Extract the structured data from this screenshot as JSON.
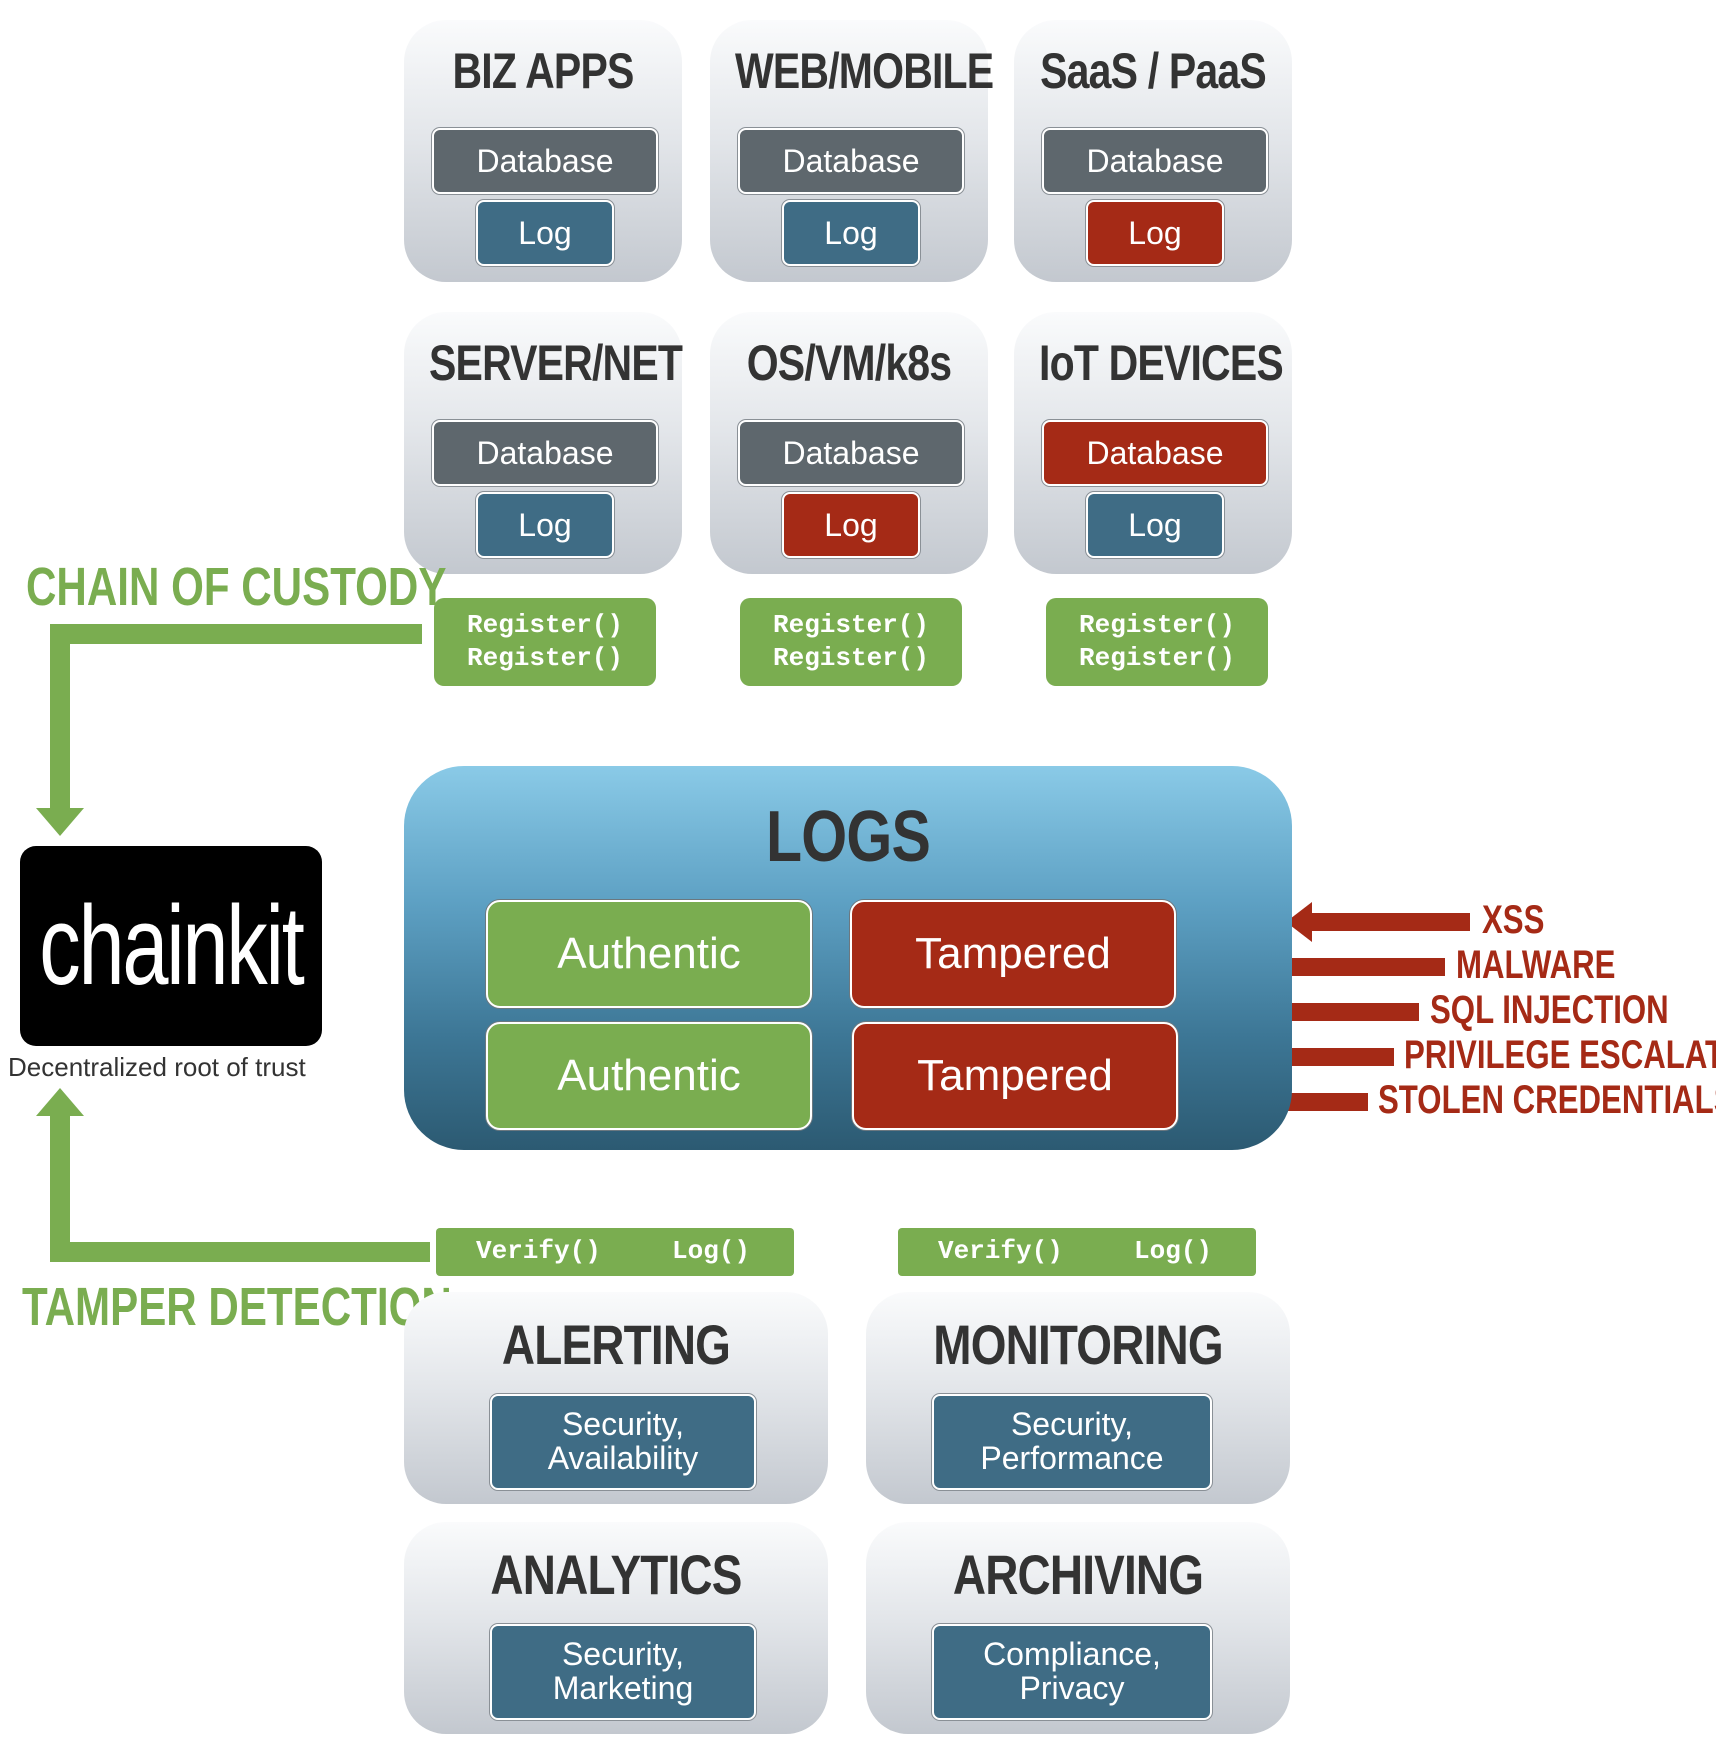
{
  "sources": [
    {
      "title": "BIZ APPS",
      "database": "Database",
      "log": "Log",
      "db_state": "normal",
      "log_state": "normal"
    },
    {
      "title": "WEB/MOBILE",
      "database": "Database",
      "log": "Log",
      "db_state": "normal",
      "log_state": "normal"
    },
    {
      "title": "SaaS / PaaS",
      "database": "Database",
      "log": "Log",
      "db_state": "normal",
      "log_state": "tampered"
    },
    {
      "title": "SERVER/NET",
      "database": "Database",
      "log": "Log",
      "db_state": "normal",
      "log_state": "normal"
    },
    {
      "title": "OS/VM/k8s",
      "database": "Database",
      "log": "Log",
      "db_state": "normal",
      "log_state": "tampered"
    },
    {
      "title": "IoT DEVICES",
      "database": "Database",
      "log": "Log",
      "db_state": "tampered",
      "log_state": "normal"
    }
  ],
  "register_calls": [
    [
      "Register()",
      "Register()"
    ],
    [
      "Register()",
      "Register()"
    ],
    [
      "Register()",
      "Register()"
    ]
  ],
  "chain_of_custody": "CHAIN OF CUSTODY",
  "tamper_detection": "TAMPER DETECTION",
  "chainkit": {
    "logo": "chainkit",
    "tagline": "Decentralized root of trust"
  },
  "logs": {
    "title": "LOGS",
    "cells": [
      "Authentic",
      "Tampered",
      "Authentic",
      "Tampered"
    ]
  },
  "threats": [
    "XSS",
    "MALWARE",
    "SQL INJECTION",
    "PRIVILEGE ESCALATION",
    "STOLEN CREDENTIALS"
  ],
  "verify_bars": [
    {
      "verify": "Verify()",
      "log": "Log()"
    },
    {
      "verify": "Verify()",
      "log": "Log()"
    }
  ],
  "consumers": [
    {
      "title": "ALERTING",
      "detail": [
        "Security,",
        "Availability"
      ]
    },
    {
      "title": "MONITORING",
      "detail": [
        "Security,",
        "Performance"
      ]
    },
    {
      "title": "ANALYTICS",
      "detail": [
        "Security,",
        "Marketing"
      ]
    },
    {
      "title": "ARCHIVING",
      "detail": [
        "Compliance,",
        "Privacy"
      ]
    }
  ],
  "colors": {
    "green": "#7aad50",
    "red": "#a52a16",
    "blue": "#3f6c85",
    "gray": "#5e676d"
  }
}
